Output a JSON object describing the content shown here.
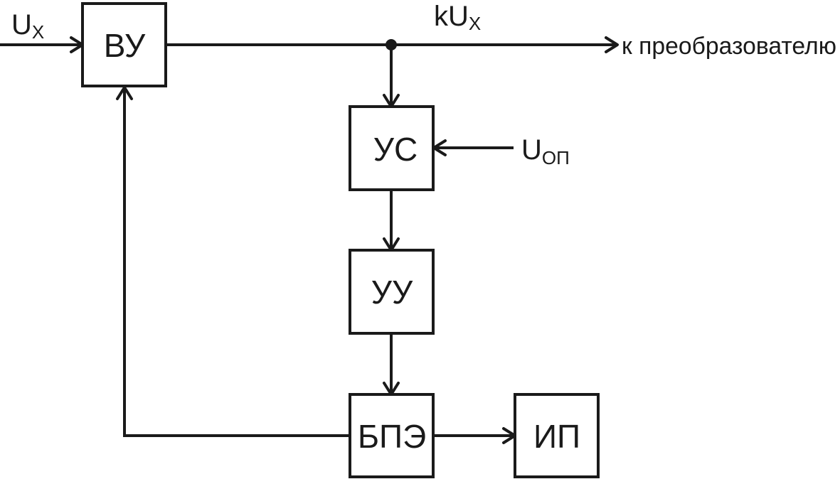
{
  "blocks": {
    "vu": "ВУ",
    "us": "УС",
    "uu": "УУ",
    "bpe": "БПЭ",
    "ip": "ИП"
  },
  "signals": {
    "input": {
      "main": "U",
      "sub": "X"
    },
    "output": {
      "main": "kU",
      "sub": "X"
    },
    "reference": {
      "main": "U",
      "sub": "ОП"
    },
    "destination": "к преобразователю"
  },
  "colors": {
    "line": "#1a1a1a",
    "background": "#ffffff"
  }
}
